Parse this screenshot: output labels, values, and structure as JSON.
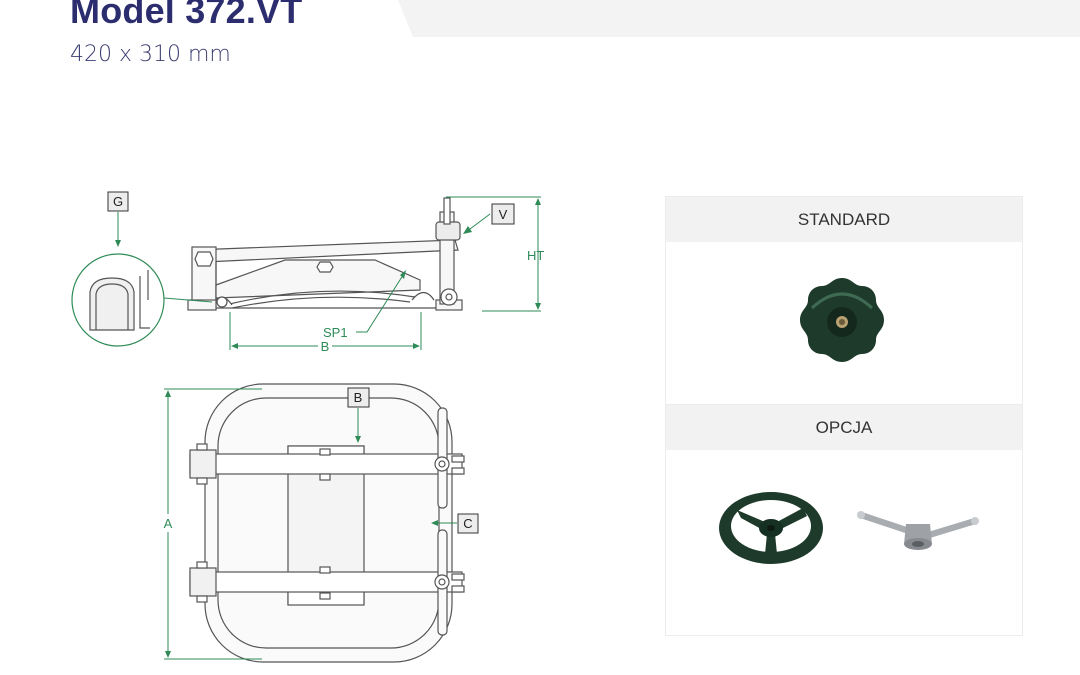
{
  "header": {
    "title": "Model 372.VT",
    "subtitle": "420 x 310 mm"
  },
  "drawing": {
    "labels": {
      "g": "G",
      "v": "V",
      "ht": "HT",
      "sp1": "SP1",
      "b_dim": "B",
      "b_tag": "B",
      "c": "C",
      "a": "A"
    },
    "line_color": "#2e8b57",
    "part_color": "#555555"
  },
  "panels": {
    "standard": {
      "label": "STANDARD"
    },
    "option": {
      "label": "OPCJA"
    }
  },
  "colors": {
    "title": "#2b2d6e",
    "knob_green": "#1e3a2a",
    "band": "#f3f3f3"
  },
  "icons": [
    "star-knob-icon",
    "handwheel-icon",
    "t-wrench-icon"
  ]
}
